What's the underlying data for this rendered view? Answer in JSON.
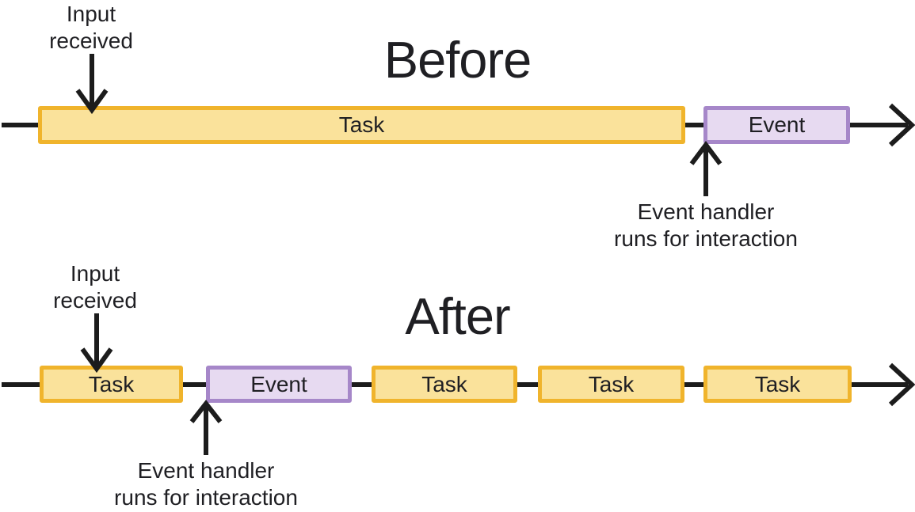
{
  "diagram": {
    "palette": {
      "background": "#ffffff",
      "task_fill": "#fae29b",
      "task_border": "#f0b42c",
      "event_fill": "#e7daf1",
      "event_border": "#a687c9",
      "line": "#1c1c1c",
      "text": "#1f1f23"
    },
    "before": {
      "title": "Before",
      "input_annotation": {
        "line1": "Input",
        "line2": "received"
      },
      "handler_annotation": {
        "line1": "Event handler",
        "line2": "runs for interaction"
      },
      "segments": [
        {
          "type": "task",
          "label": "Task"
        },
        {
          "type": "event",
          "label": "Event"
        }
      ]
    },
    "after": {
      "title": "After",
      "input_annotation": {
        "line1": "Input",
        "line2": "received"
      },
      "handler_annotation": {
        "line1": "Event handler",
        "line2": "runs for interaction"
      },
      "segments": [
        {
          "type": "task",
          "label": "Task"
        },
        {
          "type": "event",
          "label": "Event"
        },
        {
          "type": "task",
          "label": "Task"
        },
        {
          "type": "task",
          "label": "Task"
        },
        {
          "type": "task",
          "label": "Task"
        }
      ]
    }
  }
}
